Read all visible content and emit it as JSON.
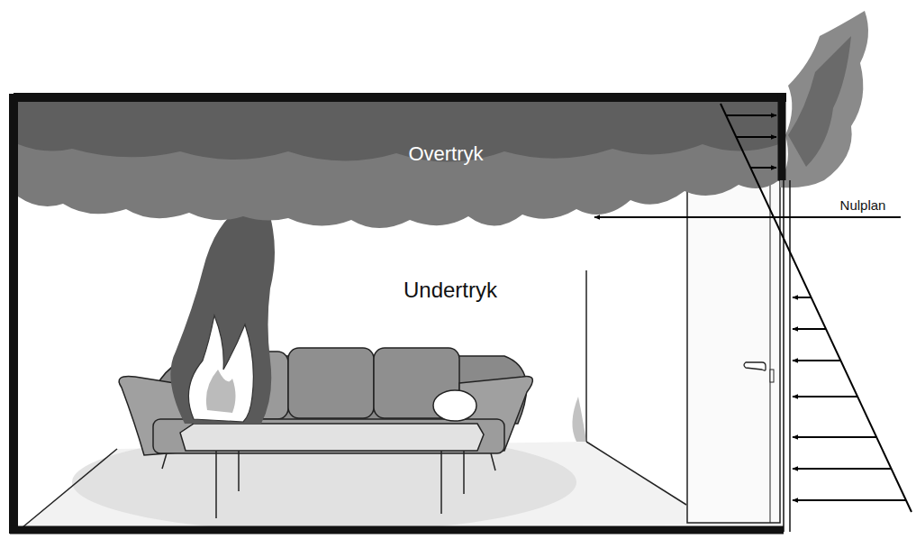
{
  "diagram": {
    "labels": [
      "Overtryk",
      "Undertryk",
      "Nulplan"
    ]
  }
}
